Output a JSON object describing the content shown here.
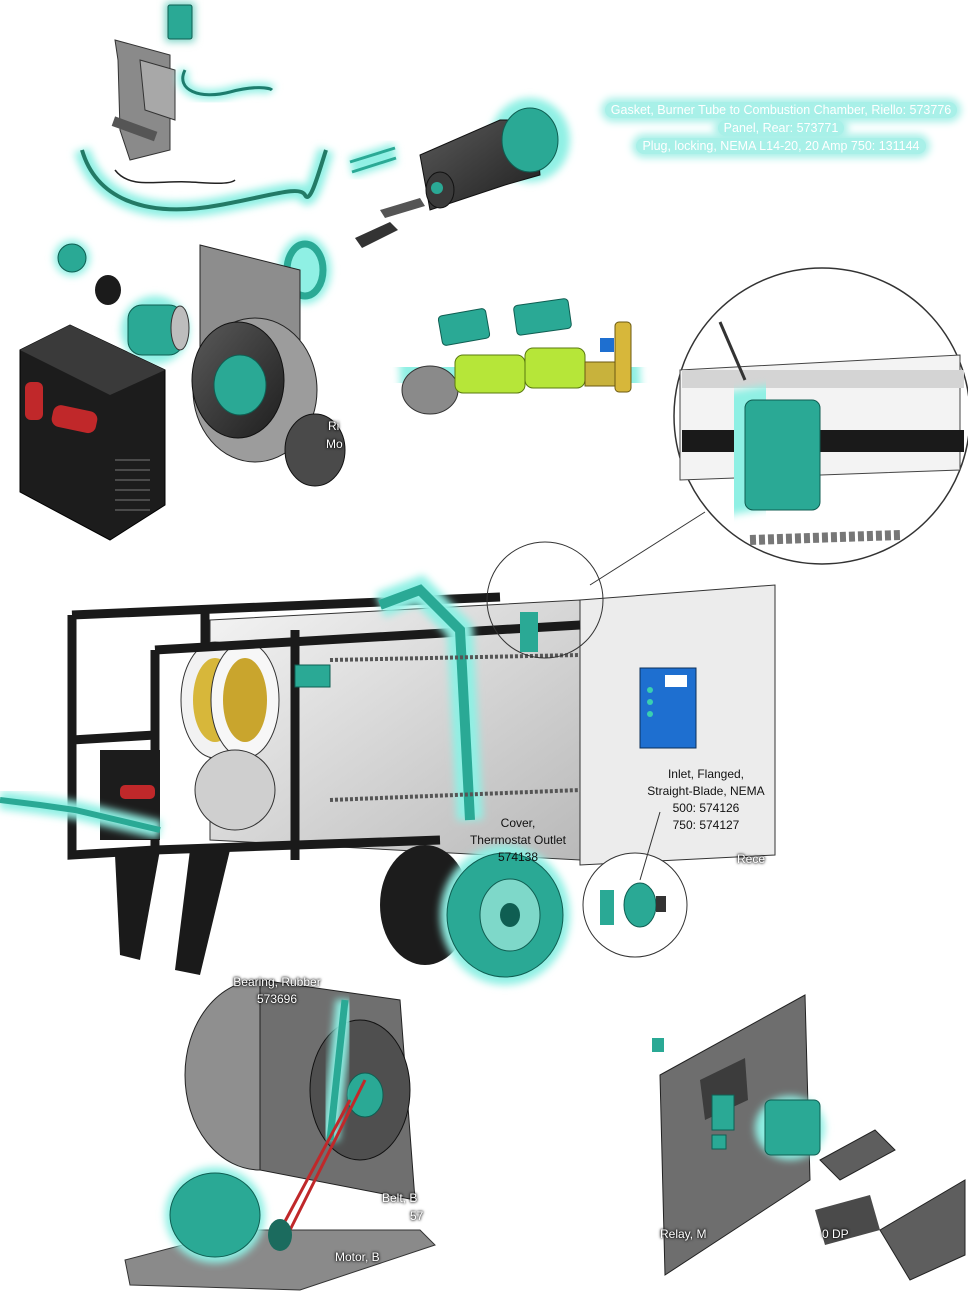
{
  "legend": {
    "items": [
      "Gasket, Burner Tube to Combustion Chamber, Riello: 573776",
      "Panel, Rear: 573771",
      "Plug, locking, NEMA L14-20, 20 Amp 750: 131144"
    ]
  },
  "callouts": {
    "inlet": [
      "Inlet, Flanged,",
      "Straight-Blade, NEMA",
      "500: 574126",
      "750: 574127"
    ],
    "cover": [
      "Cover,",
      "Thermostat Outlet",
      "574138"
    ],
    "bearing": [
      "Bearing, Rubber",
      "573696"
    ],
    "belt": "Belt, B",
    "belt_part": "57",
    "motor": "Motor, B",
    "relay": "Relay, M",
    "relay_tail": "0 DP",
    "riello_a": "Ri",
    "riello_b": "Mo",
    "rec": "Rece"
  },
  "colors": {
    "highlight": "#2aa995",
    "glow": "#8ff0e4",
    "frame": "#1a1a1a",
    "panel_blue": "#1e6fd0",
    "gas_green": "#b6e639",
    "red_band": "#c0282a",
    "body_grey": "#d9d9d9"
  },
  "icons": [
    "transformer-icon",
    "ignition-cable-icon",
    "burner-tube-icon",
    "gas-valve-train-icon",
    "plug-icon",
    "blower-icon",
    "wheel-icon",
    "relay-panel-icon"
  ]
}
